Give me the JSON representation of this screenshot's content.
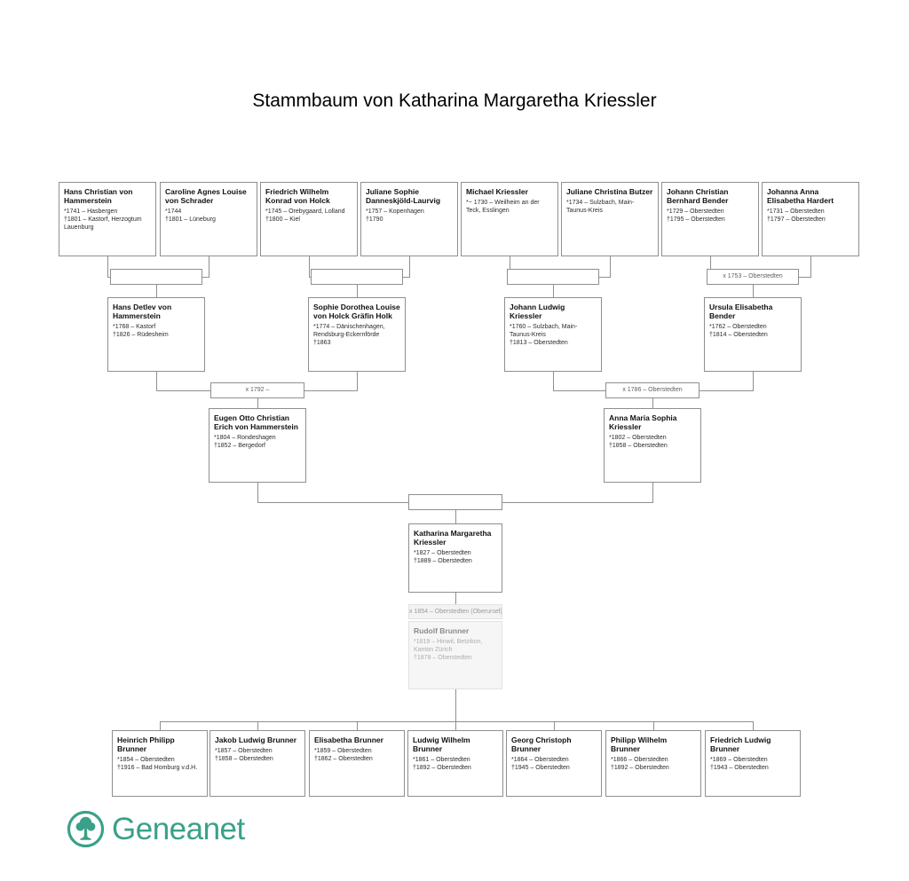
{
  "title": "Stammbaum von Katharina Margaretha Kriessler",
  "persons": {
    "p_hammerstein_sr": {
      "name": "Hans Christian von Hammerstein",
      "birth": "*1741 – Hasbergen",
      "death": "†1801 – Kastorf, Herzogtum Lauenburg"
    },
    "p_schrader": {
      "name": "Caroline Agnes Louise von Schrader",
      "birth": "*1744",
      "death": "†1801 – Lüneburg"
    },
    "p_holck_sr": {
      "name": "Friedrich Wilhelm Konrad von Holck",
      "birth": "*1745 – Orebygaard, Lolland",
      "death": "†1800 – Kiel"
    },
    "p_danneskjold": {
      "name": "Juliane Sophie Danneskjöld-Laurvig",
      "birth": "*1757 – Kopenhagen",
      "death": "†1790"
    },
    "p_kriessler_sr": {
      "name": "Michael Kriessler",
      "birth": "*~ 1730 – Weilheim an der Teck, Esslingen",
      "death": ""
    },
    "p_butzer": {
      "name": "Juliane Christina Butzer",
      "birth": "*1734 – Sulzbach, Main-Taunus-Kreis",
      "death": ""
    },
    "p_bender_sr": {
      "name": "Johann Christian Bernhard Bender",
      "birth": "*1729 – Oberstedten",
      "death": "†1795 – Oberstedten"
    },
    "p_hardert": {
      "name": "Johanna Anna Elisabetha Hardert",
      "birth": "*1731 – Oberstedten",
      "death": "†1797 – Oberstedten"
    },
    "p_hammerstein_jr": {
      "name": "Hans Detlev von Hammerstein",
      "birth": "*1768 – Kastorf",
      "death": "†1826 – Rüdesheim"
    },
    "p_holck_jr": {
      "name": "Sophie Dorothea Louise von Holck Gräfin Holk",
      "birth": "*1774 – Dänischenhagen, Rendsburg-Eckernförde",
      "death": "†1863"
    },
    "p_kriessler_jl": {
      "name": "Johann Ludwig Kriessler",
      "birth": "*1760 – Sulzbach, Main-Taunus-Kreis",
      "death": "†1813 – Oberstedten"
    },
    "p_bender_ursula": {
      "name": "Ursula Elisabetha Bender",
      "birth": "*1762 – Oberstedten",
      "death": "†1814 – Oberstedten"
    },
    "p_hammerstein_eugen": {
      "name": "Eugen Otto Christian Erich von Hammerstein",
      "birth": "*1804 – Rondeshagen",
      "death": "†1852 – Bergedorf"
    },
    "p_kriessler_anna": {
      "name": "Anna Maria Sophia Kriessler",
      "birth": "*1802 – Oberstedten",
      "death": "†1858 – Oberstedten"
    },
    "p_kriessler_katharina": {
      "name": "Katharina Margaretha Kriessler",
      "birth": "*1827 – Oberstedten",
      "death": "†1889 – Oberstedten"
    },
    "p_brunner_rudolf": {
      "name": "Rudolf Brunner",
      "birth": "*1819 – Hinwil, Betzikon, Kanton Zürich",
      "death": "†1878 – Oberstedten"
    },
    "c_heinrich": {
      "name": "Heinrich Philipp Brunner",
      "birth": "*1854 – Oberstedten",
      "death": "†1916 – Bad Homburg v.d.H."
    },
    "c_jakob": {
      "name": "Jakob Ludwig Brunner",
      "birth": "*1857 – Oberstedten",
      "death": "†1858 – Oberstedten"
    },
    "c_elisabetha": {
      "name": "Elisabetha Brunner",
      "birth": "*1859 – Oberstedten",
      "death": "†1862 – Oberstedten"
    },
    "c_ludwig": {
      "name": "Ludwig Wilhelm Brunner",
      "birth": "*1861 – Oberstedten",
      "death": "†1892 – Oberstedten"
    },
    "c_georg": {
      "name": "Georg Christoph Brunner",
      "birth": "*1864 – Oberstedten",
      "death": "†1945 – Oberstedten"
    },
    "c_philipp": {
      "name": "Philipp Wilhelm Brunner",
      "birth": "*1866 – Oberstedten",
      "death": "†1892 – Oberstedten"
    },
    "c_friedrich": {
      "name": "Friedrich Ludwig Brunner",
      "birth": "*1869 – Oberstedten",
      "death": "†1943 – Oberstedten"
    }
  },
  "marriages": {
    "m_bender_hardert": "x 1753 – Oberstedten",
    "m_hammerstein_holck": "x 1792 –",
    "m_kriessler_bender": "x 1786 – Oberstedten",
    "m_kriessler_brunner": "x 1854 – Oberstedten (Oberursel)"
  },
  "logo": {
    "brand": "Geneanet",
    "color": "#3AA189",
    "icon": "tree-in-circle-icon"
  }
}
